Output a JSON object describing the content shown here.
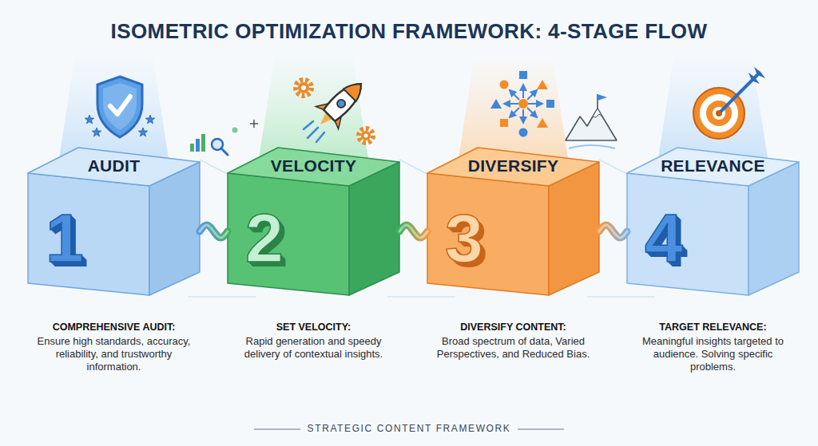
{
  "diagram": {
    "title": "ISOMETRIC OPTIMIZATION FRAMEWORK: 4-STAGE FLOW",
    "caption": "STRATEGIC CONTENT FRAMEWORK",
    "nodes": [
      {
        "text": [
          "AUDIT",
          "1",
          "COMPREHENSIVE AUDIT:",
          "Ensure high standards, accuracy, reliability, and trustworthy information."
        ]
      },
      {
        "text": [
          "VELOCITY",
          "2",
          "SET VELOCITY:",
          "Rapid generation and speedy delivery of contextual insights."
        ]
      },
      {
        "text": [
          "DIVERSIFY",
          "3",
          "DIVERSIFY CONTENT:",
          "Broad spectrum of data, Varied Perspectives, and Reduced Bias."
        ]
      },
      {
        "text": [
          "RELEVANCE",
          "4",
          "TARGET RELEVANCE:",
          "Meaningful insights targeted to audience. Solving specific problems."
        ]
      }
    ],
    "edges": [
      {
        "from": 0,
        "to": 1,
        "arrow": "none"
      },
      {
        "from": 1,
        "to": 2,
        "arrow": "none"
      },
      {
        "from": 2,
        "to": 3,
        "arrow": "none"
      }
    ]
  }
}
